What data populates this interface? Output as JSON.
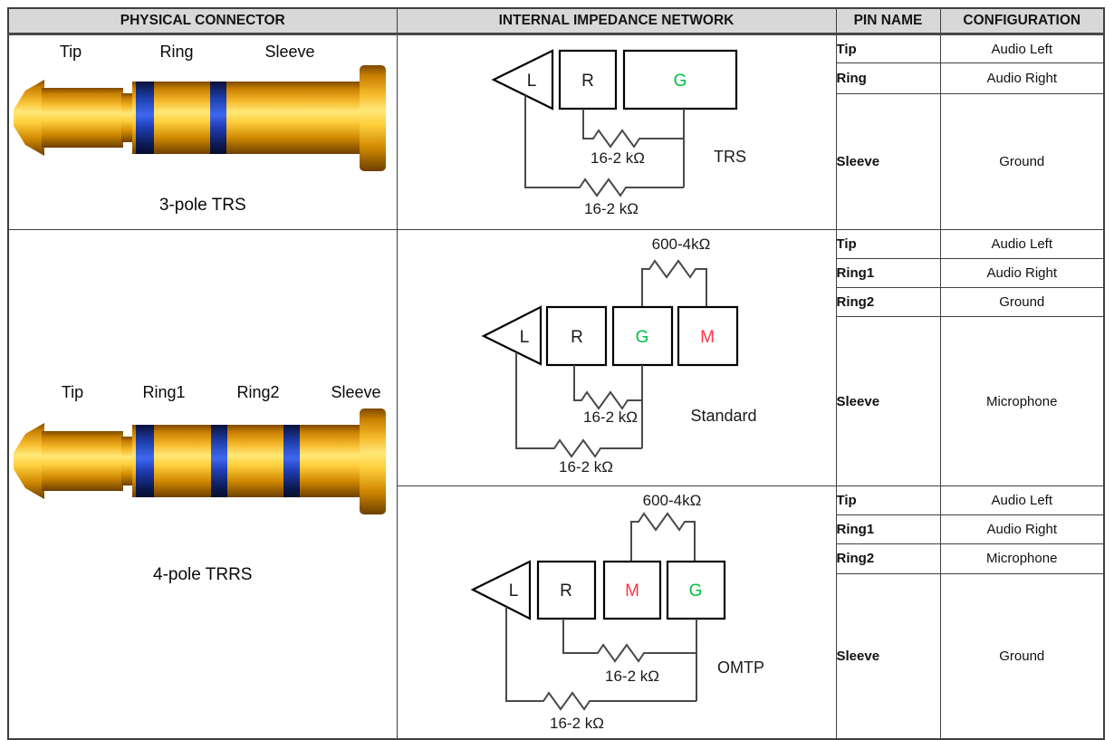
{
  "table": {
    "headers": {
      "physical_connector": "PHYSICAL CONNECTOR",
      "internal_impedance_network": "INTERNAL IMPEDANCE NETWORK",
      "pin_name": "PIN NAME",
      "configuration": "CONFIGURATION"
    }
  },
  "trs": {
    "pin_labels": {
      "tip": "Tip",
      "ring": "Ring",
      "sleeve": "Sleeve"
    },
    "caption": "3-pole TRS",
    "network": {
      "amp_label": "L",
      "right_label": "R",
      "ground_label": "G",
      "resistor1": "16-2 kΩ",
      "resistor2": "16-2 kΩ",
      "type_label": "TRS"
    },
    "pins": [
      {
        "name": "Tip",
        "config": "Audio Left"
      },
      {
        "name": "Ring",
        "config": "Audio Right"
      },
      {
        "name": "Sleeve",
        "config": "Ground"
      }
    ]
  },
  "trrs": {
    "pin_labels": {
      "tip": "Tip",
      "ring1": "Ring1",
      "ring2": "Ring2",
      "sleeve": "Sleeve"
    },
    "caption": "4-pole TRRS",
    "standard": {
      "network": {
        "amp_label": "L",
        "right_label": "R",
        "ground_label": "G",
        "mic_label": "M",
        "resistor_top": "600-4kΩ",
        "resistor1": "16-2 kΩ",
        "resistor2": "16-2 kΩ",
        "type_label": "Standard"
      },
      "pins": [
        {
          "name": "Tip",
          "config": "Audio Left"
        },
        {
          "name": "Ring1",
          "config": "Audio Right"
        },
        {
          "name": "Ring2",
          "config": "Ground"
        },
        {
          "name": "Sleeve",
          "config": "Microphone"
        }
      ]
    },
    "omtp": {
      "network": {
        "amp_label": "L",
        "right_label": "R",
        "mic_label": "M",
        "ground_label": "G",
        "resistor_top": "600-4kΩ",
        "resistor1": "16-2 kΩ",
        "resistor2": "16-2 kΩ",
        "type_label": "OMTP"
      },
      "pins": [
        {
          "name": "Tip",
          "config": "Audio Left"
        },
        {
          "name": "Ring1",
          "config": "Audio Right"
        },
        {
          "name": "Ring2",
          "config": "Microphone"
        },
        {
          "name": "Sleeve",
          "config": "Ground"
        }
      ]
    }
  },
  "colors": {
    "header_bg": "#d8d8d8",
    "grid_border": "#3f3f3f",
    "ground_green": "#00c040",
    "mic_red": "#ff3345",
    "connector_gold": "#f2a900",
    "band_blue": "#2447c0"
  }
}
